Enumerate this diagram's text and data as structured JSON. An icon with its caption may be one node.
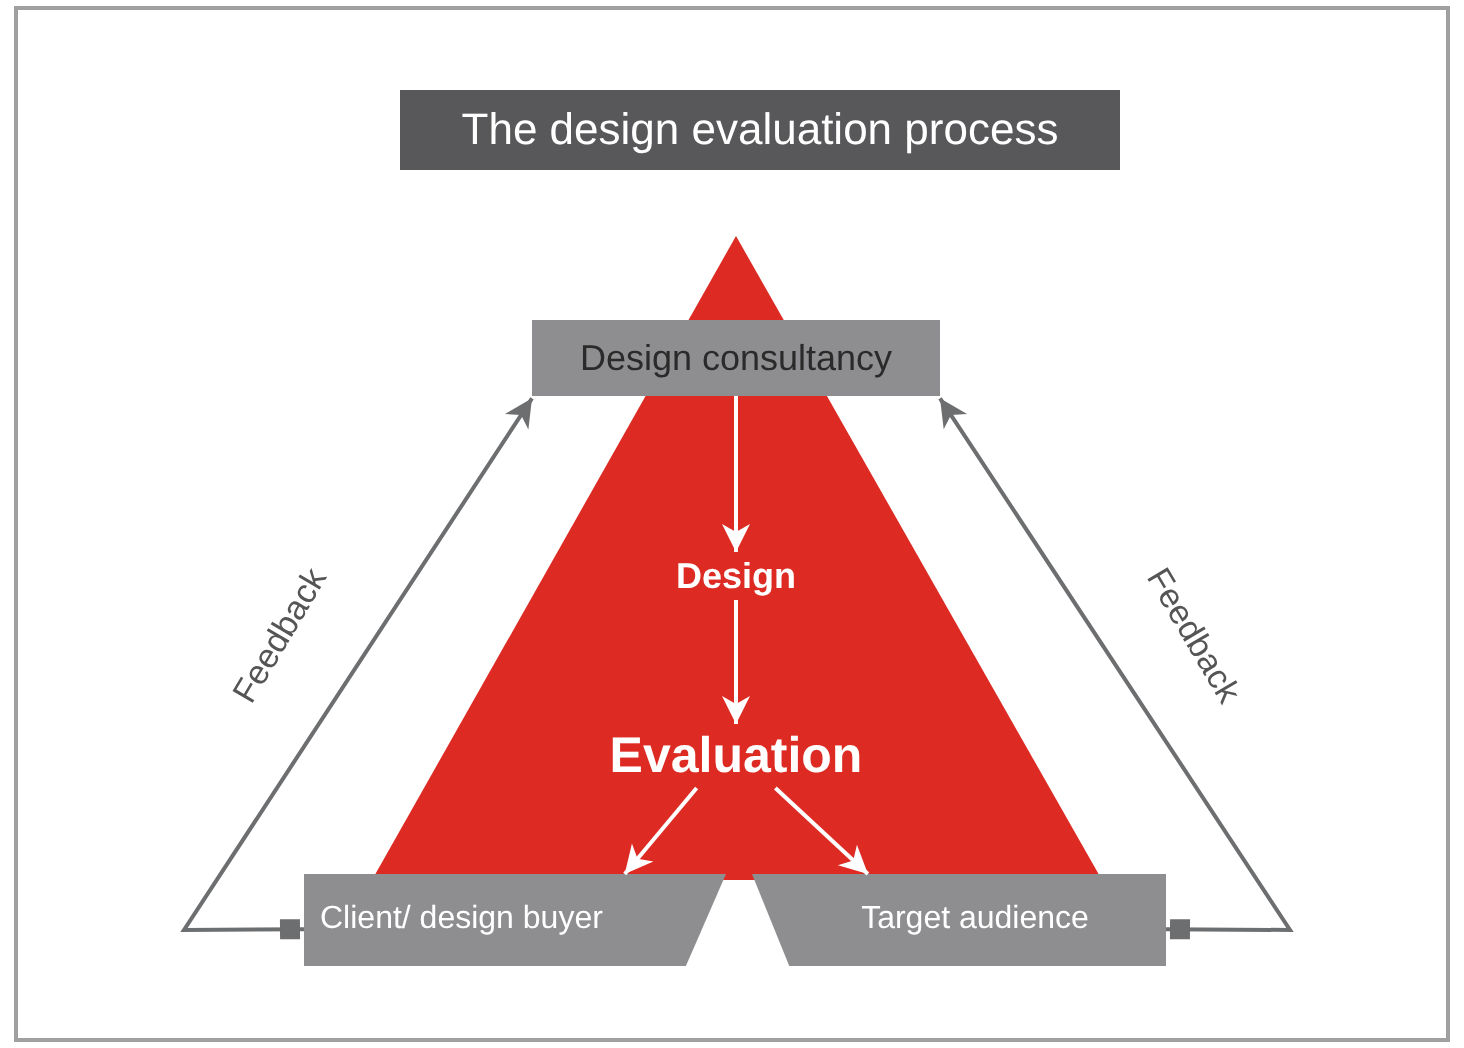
{
  "diagram": {
    "title": "The design evaluation process",
    "nodes": [
      {
        "text": [
          "Design consultancy"
        ]
      },
      {
        "text": [
          "Design"
        ]
      },
      {
        "text": [
          "Evaluation"
        ]
      },
      {
        "text": [
          "Client/ design buyer"
        ]
      },
      {
        "text": [
          "Target audience"
        ]
      }
    ],
    "edges": [
      {
        "from": 0,
        "to": 1,
        "arrow": "to"
      },
      {
        "from": 1,
        "to": 2,
        "arrow": "to"
      },
      {
        "from": 2,
        "to": 3,
        "arrow": "to"
      },
      {
        "from": 2,
        "to": 4,
        "arrow": "to"
      },
      {
        "from": 3,
        "to": 0,
        "arrow": "to",
        "label": "Feedback",
        "color": "#6d6e70"
      },
      {
        "from": 4,
        "to": 0,
        "arrow": "to",
        "label": "Feedback",
        "color": "#6d6e70"
      }
    ]
  }
}
